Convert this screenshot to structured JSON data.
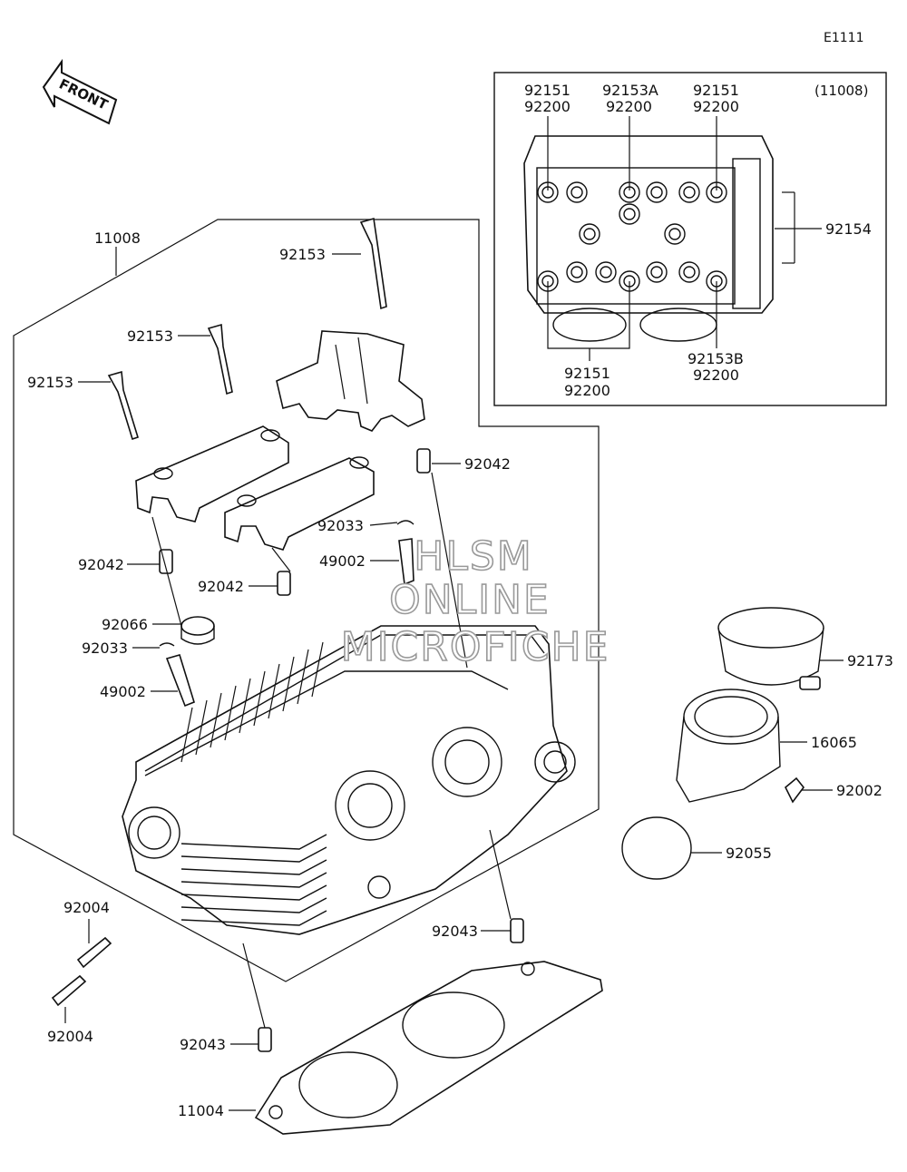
{
  "diagram_code": "E1111",
  "front_label": "FRONT",
  "watermark": [
    "HLSM",
    "ONLINE",
    "MICROFICHE"
  ],
  "inset_ref": "(11008)",
  "labels": {
    "p11008": "11008",
    "p92153_a": "92153",
    "p92153_b": "92153",
    "p92153_c": "92153",
    "p92042_a": "92042",
    "p92042_b": "92042",
    "p92042_c": "92042",
    "p92033_a": "92033",
    "p92033_b": "92033",
    "p49002_a": "49002",
    "p49002_b": "49002",
    "p92066": "92066",
    "p92004_a": "92004",
    "p92004_b": "92004",
    "p92043_a": "92043",
    "p92043_b": "92043",
    "p11004": "11004",
    "p92173": "92173",
    "p16065": "16065",
    "p92002": "92002",
    "p92055": "92055"
  },
  "inset_labels": {
    "l1a": "92151",
    "l1b": "92200",
    "l2a": "92153A",
    "l2b": "92200",
    "l3a": "92151",
    "l3b": "92200",
    "l4": "92154",
    "l5a": "92151",
    "l5b": "92200",
    "l6a": "92153B",
    "l6b": "92200"
  }
}
